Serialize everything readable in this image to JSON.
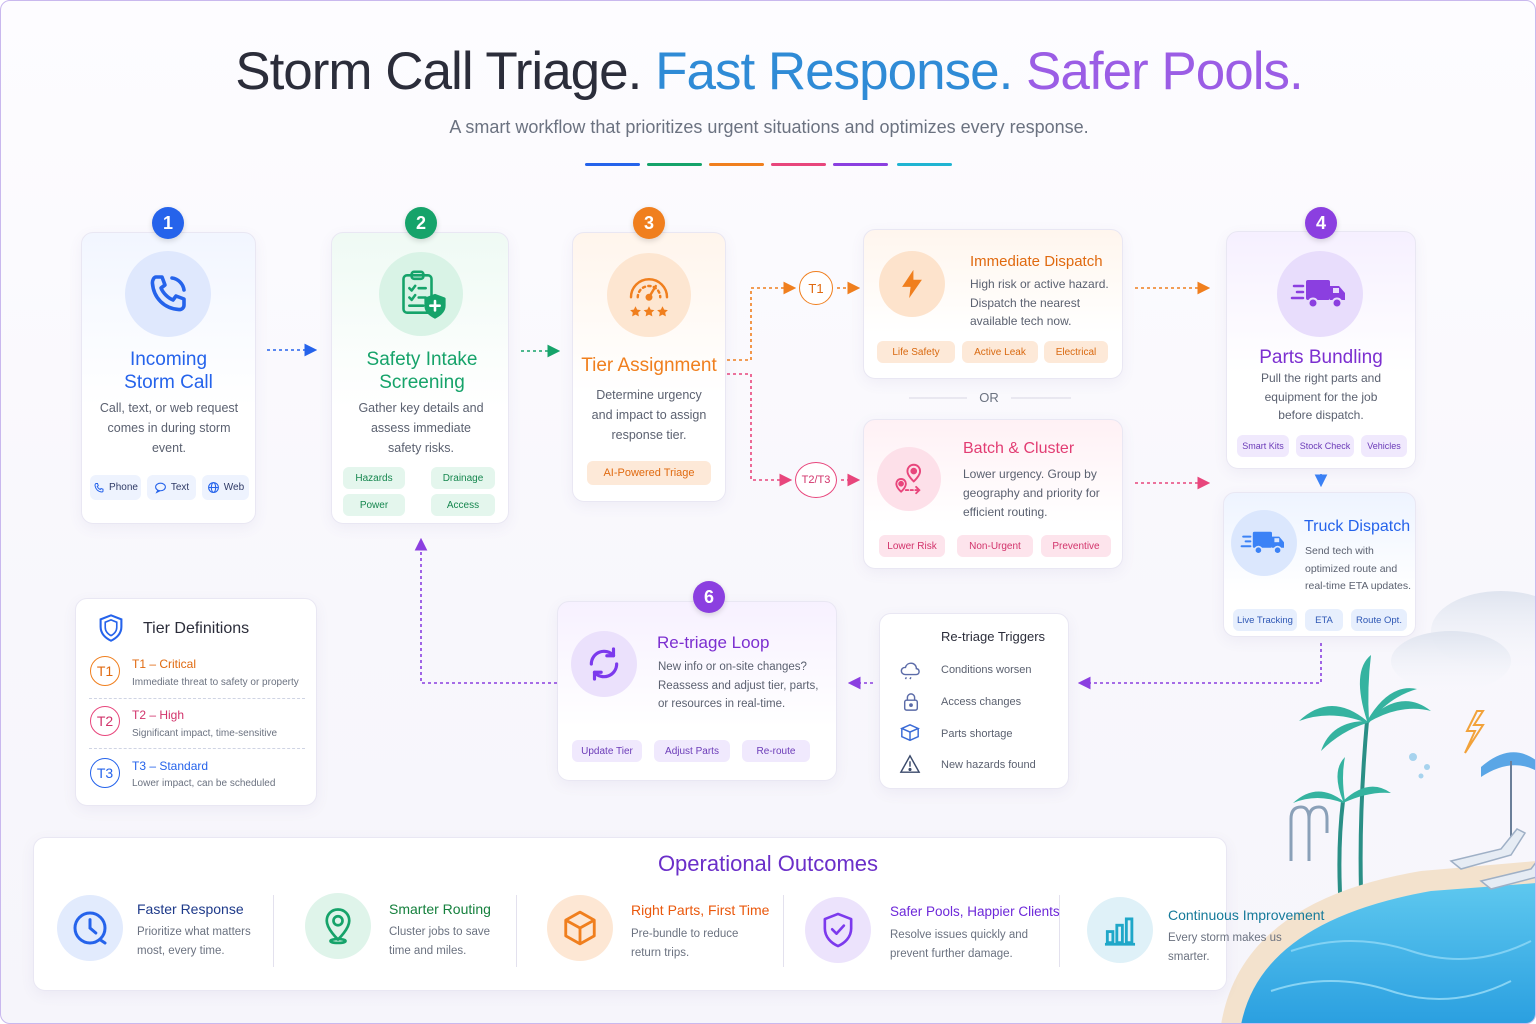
{
  "header": {
    "title_part1": "Storm Call Triage.",
    "title_part2": "Fast Response.",
    "title_part3": "Safer Pools.",
    "subtitle": "A smart workflow that prioritizes urgent situations and optimizes every response."
  },
  "colors": {
    "blue": "#2563eb",
    "green": "#16a36a",
    "orange": "#f07f1e",
    "pink": "#e8467c",
    "purple": "#8b3fe0",
    "teal": "#1fb4d2"
  },
  "steps": {
    "incoming": {
      "number": "1",
      "title_line1": "Incoming",
      "title_line2": "Storm Call",
      "description": "Call, text, or web request comes in during storm event.",
      "icon": "phone-icon",
      "channels": [
        "Phone",
        "Text",
        "Web"
      ]
    },
    "intake": {
      "number": "2",
      "title_line1": "Safety Intake",
      "title_line2": "Screening",
      "description": "Gather key details and assess immediate safety risks.",
      "icon": "clipboard-shield-icon",
      "tags": [
        "Hazards",
        "Drainage",
        "Power",
        "Access"
      ]
    },
    "tier": {
      "number": "3",
      "title": "Tier Assignment",
      "description": "Determine urgency and impact to assign response tier.",
      "icon": "gauge-stars-icon",
      "tag": "AI-Powered Triage"
    },
    "bundling": {
      "number": "4",
      "title": "Parts Bundling",
      "description": "Pull the right parts and equipment for the job before dispatch.",
      "icon": "delivery-truck-icon",
      "tags": [
        "Smart Kits",
        "Stock Check",
        "Vehicles"
      ]
    },
    "truck": {
      "title": "Truck Dispatch",
      "description": "Send tech with optimized route and real-time ETA updates.",
      "icon": "truck-icon",
      "tags": [
        "Live Tracking",
        "ETA",
        "Route Opt."
      ]
    },
    "retriage": {
      "number": "6",
      "title": "Re-triage Loop",
      "description": "New info or on-site changes? Reassess and adjust tier, parts, or resources in real-time.",
      "icon": "refresh-icon",
      "tags": [
        "Update Tier",
        "Adjust Parts",
        "Re-route"
      ]
    }
  },
  "branches": {
    "t1_label": "T1",
    "t23_label": "T2/T3",
    "or_label": "OR",
    "immediate": {
      "title": "Immediate Dispatch",
      "description": "High risk or active hazard. Dispatch the nearest available tech now.",
      "icon": "lightning-icon",
      "tags": [
        "Life Safety",
        "Active Leak",
        "Electrical"
      ]
    },
    "batch": {
      "title": "Batch & Cluster",
      "description": "Lower urgency. Group by geography and priority for efficient routing.",
      "icon": "map-pins-icon",
      "tags": [
        "Lower Risk",
        "Non-Urgent",
        "Preventive"
      ]
    }
  },
  "tier_definitions": {
    "title": "Tier Definitions",
    "items": [
      {
        "badge": "T1",
        "name": "T1 – Critical",
        "desc": "Immediate threat to safety or property",
        "color": "#f07f1e"
      },
      {
        "badge": "T2",
        "name": "T2 – High",
        "desc": "Significant impact, time-sensitive",
        "color": "#e8467c"
      },
      {
        "badge": "T3",
        "name": "T3 – Standard",
        "desc": "Lower impact, can be scheduled",
        "color": "#2563eb"
      }
    ]
  },
  "triggers": {
    "title": "Re-triage Triggers",
    "items": [
      {
        "label": "Conditions worsen",
        "icon": "cloud-icon"
      },
      {
        "label": "Access changes",
        "icon": "lock-icon"
      },
      {
        "label": "Parts shortage",
        "icon": "box-icon"
      },
      {
        "label": "New hazards found",
        "icon": "warning-icon"
      }
    ]
  },
  "outcomes": {
    "title": "Operational Outcomes",
    "items": [
      {
        "title": "Faster Response",
        "desc_line1": "Prioritize what matters",
        "desc_line2": "most, every time.",
        "icon": "clock-icon",
        "color": "#2563eb"
      },
      {
        "title": "Smarter Routing",
        "desc_line1": "Cluster jobs to save",
        "desc_line2": "time and miles.",
        "icon": "location-pin-icon",
        "color": "#16a36a"
      },
      {
        "title": "Right Parts, First Time",
        "desc_line1": "Pre-bundle to reduce",
        "desc_line2": "return trips.",
        "icon": "package-icon",
        "color": "#f07f1e"
      },
      {
        "title": "Safer Pools, Happier Clients",
        "desc_line1": "Resolve issues quickly and",
        "desc_line2": "prevent further damage.",
        "icon": "shield-check-icon",
        "color": "#8b3fe0"
      },
      {
        "title": "Continuous Improvement",
        "desc_line1": "Every storm makes us",
        "desc_line2": "smarter.",
        "icon": "bar-chart-icon",
        "color": "#1fa7c8"
      }
    ]
  }
}
